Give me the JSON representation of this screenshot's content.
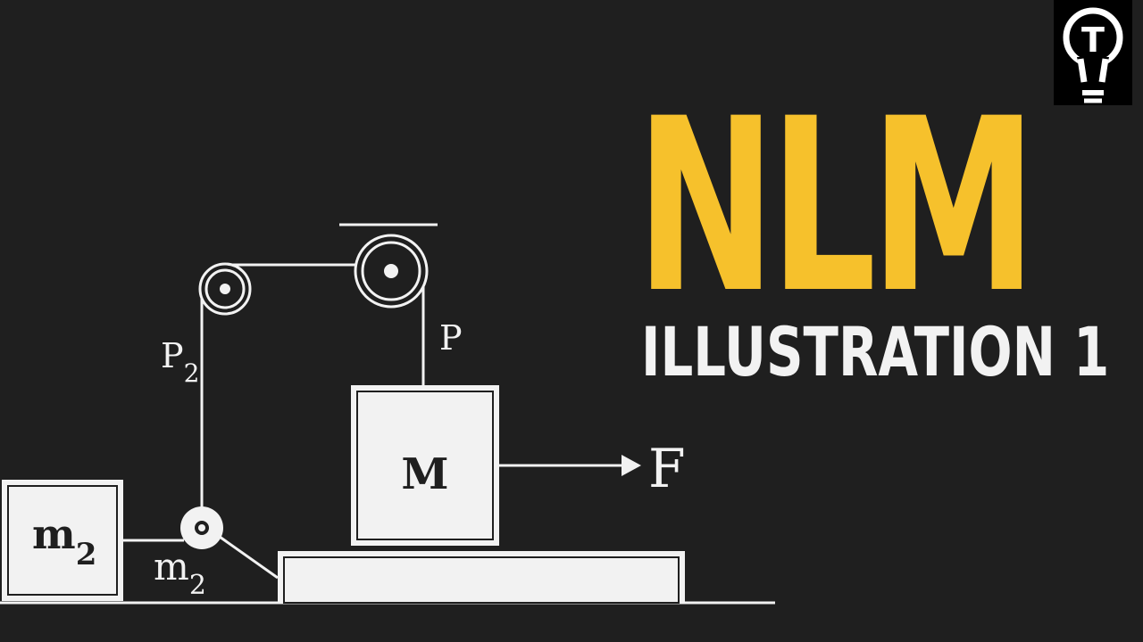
{
  "title": {
    "main": "NLM",
    "subtitle": "ILLUSTRATION 1"
  },
  "colors": {
    "background": "#1f1f1f",
    "title_main": "#f6c12c",
    "title_subtitle": "#f2f2f2",
    "lines": "#f2f2f2",
    "logo_bg": "#000000"
  },
  "logo": {
    "icon": "lightbulb-icon",
    "letter": "T"
  },
  "diagram": {
    "block_big": {
      "letter": "M"
    },
    "block_small": {
      "base": "m",
      "sub": "2"
    },
    "hanging_label": {
      "base": "m",
      "sub": "2"
    },
    "left_string": {
      "base": "P",
      "sub": "2"
    },
    "right_string": {
      "base": "P"
    },
    "force": {
      "label": "F"
    }
  }
}
